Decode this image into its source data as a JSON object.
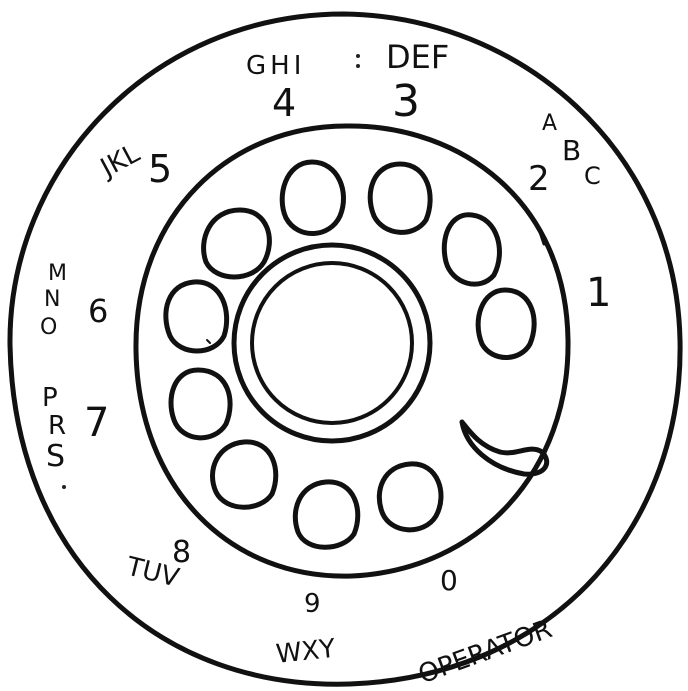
{
  "dial": {
    "numbers": {
      "n1": "1",
      "n2": "2",
      "n3": "3",
      "n4": "4",
      "n5": "5",
      "n6": "6",
      "n7": "7",
      "n8": "8",
      "n9": "9",
      "n0": "0"
    },
    "letters": {
      "abc_a": "A",
      "abc_b": "B",
      "abc_c": "C",
      "def": "DEF",
      "ghi": "GHI",
      "jkl": "JKL",
      "mno_m": "M",
      "mno_n": "N",
      "mno_o": "O",
      "prs_p": "P",
      "prs_r": "R",
      "prs_s": "S",
      "tuv": "TUV",
      "wxy": "WXY",
      "operator": "OPERATOR"
    }
  }
}
